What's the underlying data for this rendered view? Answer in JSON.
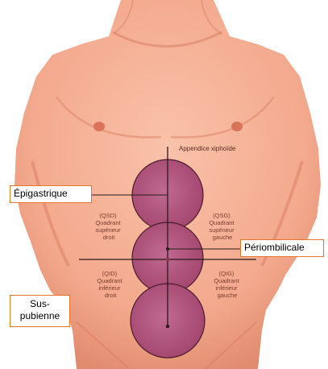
{
  "top_label": "Appendice xiphoïde",
  "callouts": {
    "epigastrique": "Épigastrique",
    "periombilicale": "Périombilicale",
    "sus_pubienne_line1": "Sus-",
    "sus_pubienne_line2": "pubienne"
  },
  "quadrants": {
    "qsd": [
      "(QSD)",
      "Quadrant",
      "supéneur",
      "droit"
    ],
    "qsg": [
      "(QSG)",
      "Quadrant",
      "supéneur",
      "gauche"
    ],
    "qid": [
      "(QID)",
      "Quadrant",
      "inférieur",
      "droit"
    ],
    "qig": [
      "(QIG)",
      "Quadrant",
      "inférieur",
      "gauche"
    ]
  },
  "colors": {
    "skin": "#f6b39a",
    "skin_shadow": "#e0876d",
    "circle_fill": "#b2527a",
    "circle_stroke": "#4a1a2a",
    "callout_border": "#e8752a",
    "nipple": "#d9735a"
  }
}
